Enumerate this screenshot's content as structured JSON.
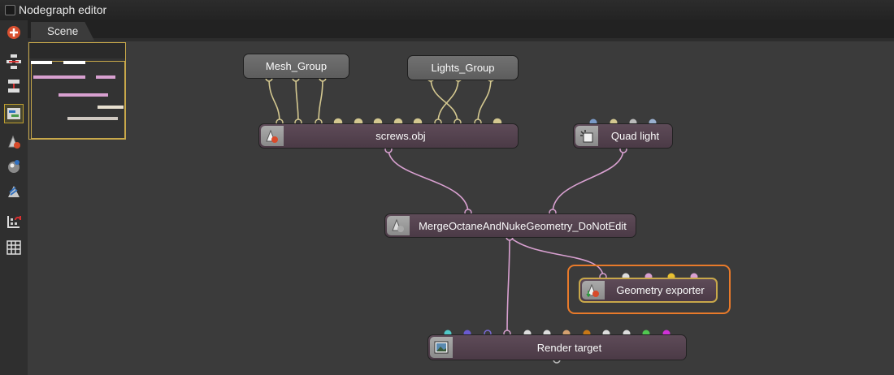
{
  "window": {
    "title": "Nodegraph editor"
  },
  "tabs": [
    {
      "label": "Scene"
    }
  ],
  "toolbar": {
    "items": [
      {
        "name": "recenter-tool-icon"
      },
      {
        "name": "collapse-nodes-tool-icon"
      },
      {
        "name": "expand-nodes-tool-icon"
      },
      {
        "name": "minimap-toggle-icon",
        "active": true
      },
      {
        "name": "geometry-tool-icon"
      },
      {
        "name": "material-tool-icon"
      },
      {
        "name": "texture-tool-icon"
      },
      {
        "name": "magnet-grid-tool-icon"
      },
      {
        "name": "grid-tool-icon"
      }
    ]
  },
  "nodes": {
    "mesh_group": {
      "label": "Mesh_Group"
    },
    "lights_group": {
      "label": "Lights_Group"
    },
    "screws_obj": {
      "label": "screws.obj"
    },
    "quad_light": {
      "label": "Quad light"
    },
    "merge": {
      "label": "MergeOctaneAndNukeGeometry_DoNotEdit"
    },
    "geometry_exporter": {
      "label": "Geometry exporter",
      "highlighted": true
    },
    "render_target": {
      "label": "Render target"
    }
  },
  "colors": {
    "geometry_wire": "#d8a0d0",
    "group_wire": "#d4c890",
    "highlight": "#e87a2a",
    "selected_border": "#c8a84a"
  }
}
